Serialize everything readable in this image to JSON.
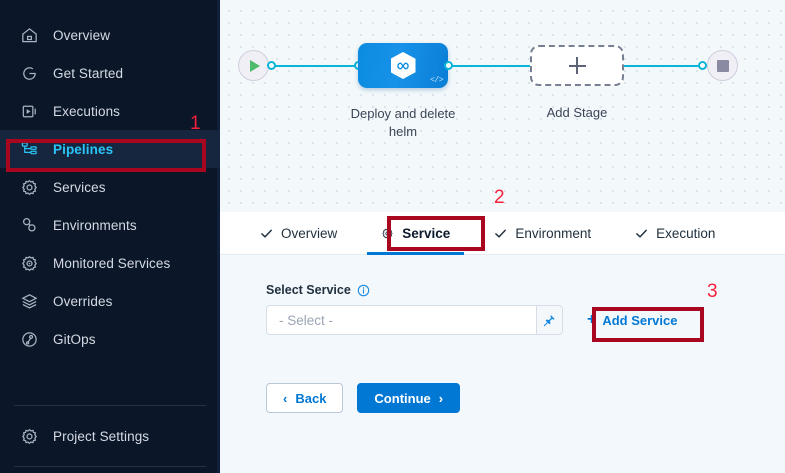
{
  "sidebar": {
    "items": [
      {
        "label": "Overview",
        "icon": "house-icon",
        "active": false
      },
      {
        "label": "Get Started",
        "icon": "rocket-start-icon",
        "active": false
      },
      {
        "label": "Executions",
        "icon": "execution-play-box-icon",
        "active": false
      },
      {
        "label": "Pipelines",
        "icon": "pipeline-nodes-icon",
        "active": true
      },
      {
        "label": "Services",
        "icon": "gear-icon",
        "active": false
      },
      {
        "label": "Environments",
        "icon": "environments-icon",
        "active": false
      },
      {
        "label": "Monitored Services",
        "icon": "monitored-services-icon",
        "active": false
      },
      {
        "label": "Overrides",
        "icon": "layers-icon",
        "active": false
      },
      {
        "label": "GitOps",
        "icon": "gitops-icon",
        "active": false
      }
    ],
    "footer": {
      "label": "Project Settings",
      "icon": "gear-icon"
    }
  },
  "canvas": {
    "start_node": {
      "name": "start-node",
      "icon": "play-icon"
    },
    "end_node": {
      "name": "end-node",
      "icon": "stop-icon"
    },
    "stage": {
      "label": "Deploy and delete helm",
      "icon": "harness-hexagon-icon",
      "badge": "</>"
    },
    "add_stage": {
      "label": "Add Stage",
      "icon": "plus-icon"
    }
  },
  "tabs": [
    {
      "label": "Overview",
      "icon": "check-icon",
      "active": false
    },
    {
      "label": "Service",
      "icon": "gear-icon",
      "active": true
    },
    {
      "label": "Environment",
      "icon": "check-icon",
      "active": false
    },
    {
      "label": "Execution",
      "icon": "check-icon",
      "active": false
    }
  ],
  "form": {
    "select_service": {
      "label": "Select Service",
      "info_icon": "info-icon",
      "value": "- Select -",
      "placeholder": "- Select -",
      "pin_icon": "pin-icon"
    },
    "add_service": {
      "label": "Add Service",
      "plus": "+"
    },
    "back_button": {
      "label": "Back",
      "chevron": "‹"
    },
    "continue_button": {
      "label": "Continue",
      "chevron": "›"
    }
  },
  "annotations": [
    {
      "number": "1",
      "target": "sidebar-item-pipelines"
    },
    {
      "number": "2",
      "target": "tab-service"
    },
    {
      "number": "3",
      "target": "add-service-button"
    }
  ],
  "colors": {
    "sidebar_bg": "#0b1729",
    "sidebar_active_bg": "#17263f",
    "accent_cyan": "#29c5f6",
    "accent_blue": "#0278d5",
    "annotation_box": "#a8071f",
    "annotation_number": "#f5203b",
    "connector": "#0ab5d8"
  }
}
